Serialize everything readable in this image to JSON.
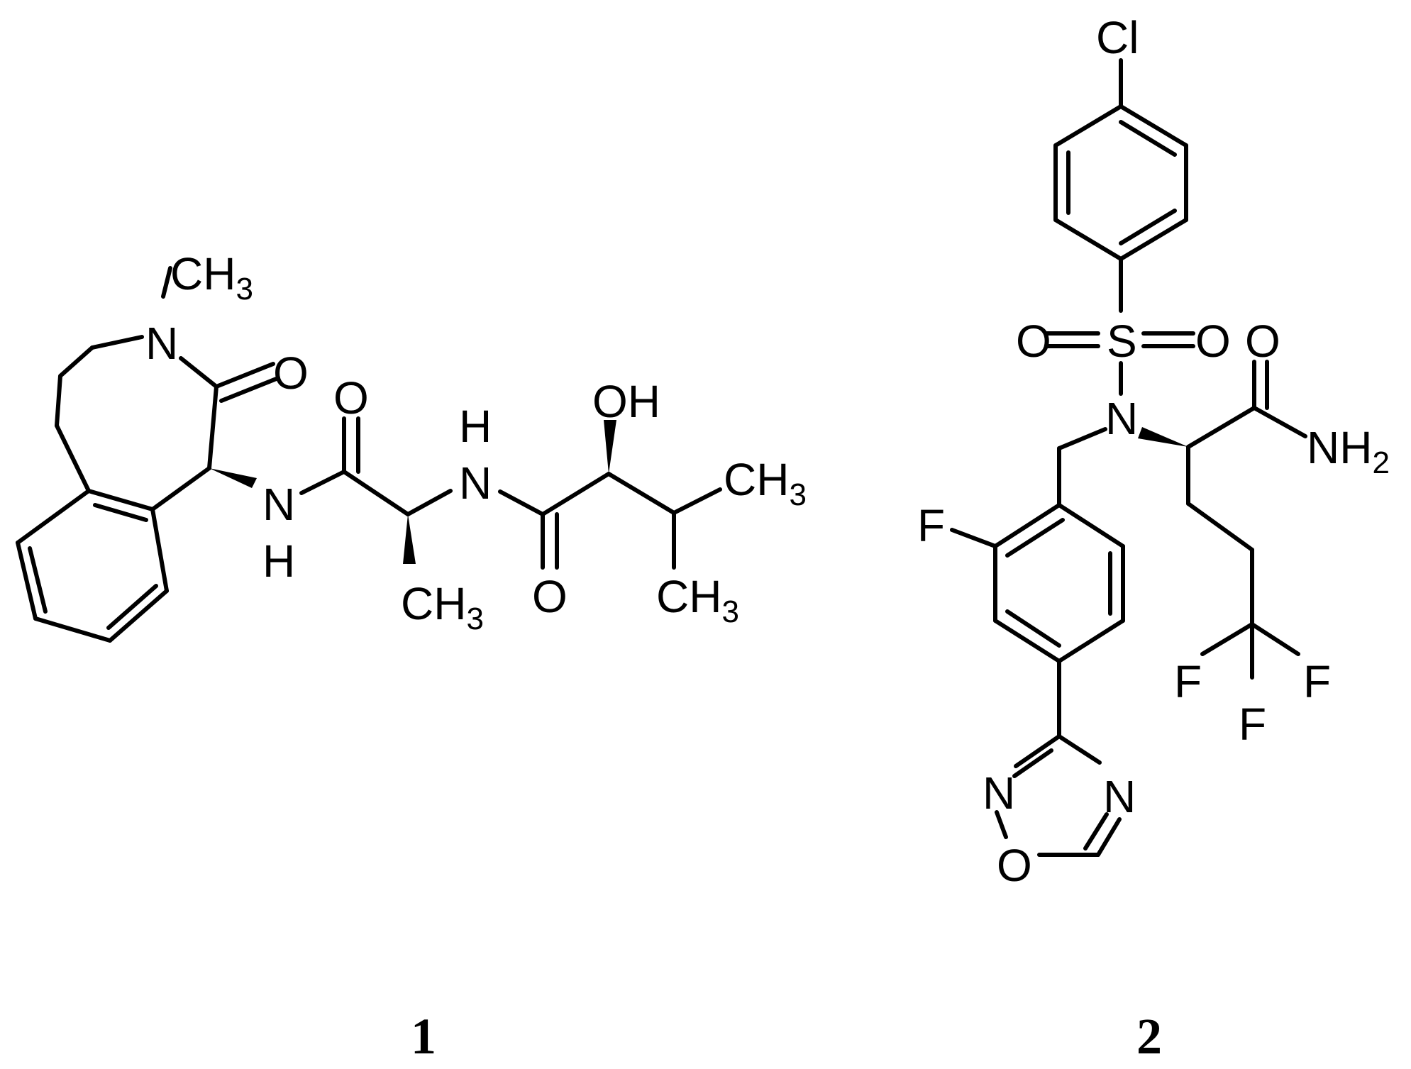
{
  "compound_1": {
    "number": "1",
    "labels": {
      "ch3_n_main": "CH",
      "ch3_n_sub": "3",
      "n_ring": "N",
      "o_lactam": "O",
      "nh1_n": "N",
      "nh1_h": "H",
      "o_amide1": "O",
      "ch3_ala_main": "CH",
      "ch3_ala_sub": "3",
      "nh2_h": "H",
      "nh2_n": "N",
      "o_amide2": "O",
      "oh": "OH",
      "ch3_a_main": "CH",
      "ch3_a_sub": "3",
      "ch3_b_main": "CH",
      "ch3_b_sub": "3"
    }
  },
  "compound_2": {
    "number": "2",
    "labels": {
      "cl": "Cl",
      "o_left": "O",
      "s": "S",
      "o_right": "O",
      "n_sulfonamide": "N",
      "o_amide": "O",
      "nh2_main": "NH",
      "nh2_sub": "2",
      "f_aryl": "F",
      "f1": "F",
      "f2": "F",
      "f3": "F",
      "n_ox_left": "N",
      "n_ox_right": "N",
      "o_ox": "O"
    }
  }
}
